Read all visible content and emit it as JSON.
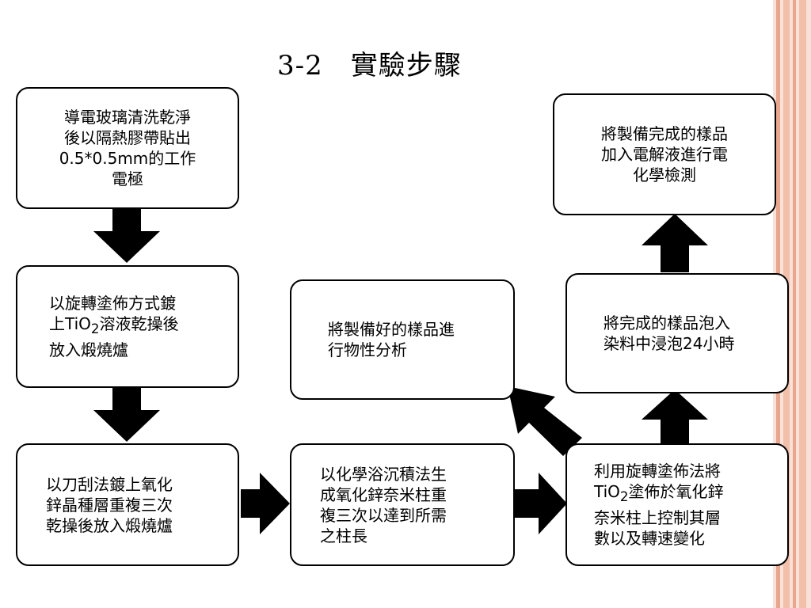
{
  "slide": {
    "title": "3-2　實驗步驟"
  },
  "steps": {
    "step1": {
      "lines": [
        "導電玻璃清洗乾淨",
        "後以隔熱膠帶貼出",
        "0.5*0.5mm的工作",
        "電極"
      ]
    },
    "step2": {
      "line1": "以旋轉塗佈方式鍍",
      "line2_pre": "上TiO",
      "line2_sub": "2",
      "line2_post": "溶液乾操後",
      "line3": "放入煅燒爐"
    },
    "step3": {
      "lines": [
        "以刀刮法鍍上氧化",
        "鋅晶種層重複三次",
        "乾操後放入煅燒爐"
      ]
    },
    "step4": {
      "lines": [
        "以化學浴沉積法生",
        "成氧化鋅奈米柱重",
        "複三次以達到所需",
        "之柱長"
      ]
    },
    "step5": {
      "line1": "利用旋轉塗佈法將",
      "line2_pre": "TiO",
      "line2_sub": "2",
      "line2_post": "塗佈於氧化鋅",
      "line3": "奈米柱上控制其層",
      "line4": "數以及轉速變化"
    },
    "step6": {
      "lines": [
        "將完成的樣品泡入",
        "染料中浸泡24小時"
      ]
    },
    "step7": {
      "lines": [
        "將製備完成的樣品",
        "加入電解液進行電",
        "化學檢測"
      ]
    },
    "step_analysis": {
      "lines": [
        "將製備好的樣品進",
        "行物性分析"
      ]
    }
  },
  "colors": {
    "stripe_light": "#f7d3c6",
    "stripe_dark": "#e8a68e",
    "arrow": "#000000",
    "box_border": "#000000"
  }
}
